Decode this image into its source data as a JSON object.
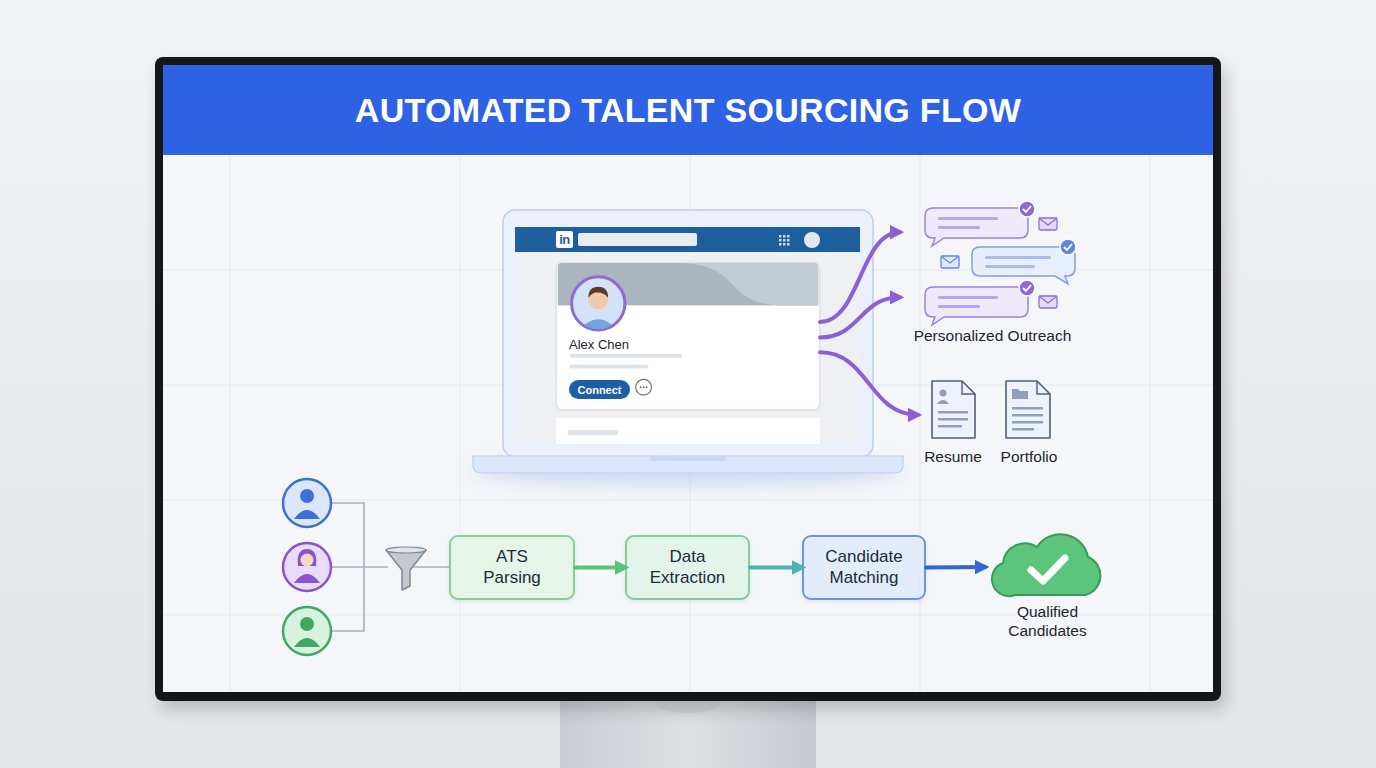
{
  "diagram": {
    "title": "AUTOMATED TALENT SOURCING FLOW",
    "nodes": [
      {
        "text": [
          "Alex Chen"
        ]
      },
      {
        "text": [
          "Connect"
        ],
        "in": 0
      },
      {
        "text": [
          "Personalized Outreach"
        ]
      },
      {
        "text": [
          "Resume"
        ]
      },
      {
        "text": [
          "Portfolio"
        ]
      },
      {
        "text": [
          "ATS Parsing"
        ]
      },
      {
        "text": [
          "Data Extraction"
        ]
      },
      {
        "text": [
          "Candidate Matching"
        ]
      },
      {
        "text": [
          "Qualified Candidates"
        ]
      }
    ],
    "edges": [
      {
        "from": 0,
        "to": 2,
        "arrow": "to"
      },
      {
        "from": 0,
        "to": 2,
        "arrow": "to"
      },
      {
        "from": 0,
        "to": 3,
        "arrow": "to"
      },
      {
        "from": 5,
        "to": 6,
        "arrow": "to"
      },
      {
        "from": 6,
        "to": 7,
        "arrow": "to"
      },
      {
        "from": 7,
        "to": 8,
        "arrow": "to"
      }
    ],
    "labels": [
      "in"
    ]
  }
}
